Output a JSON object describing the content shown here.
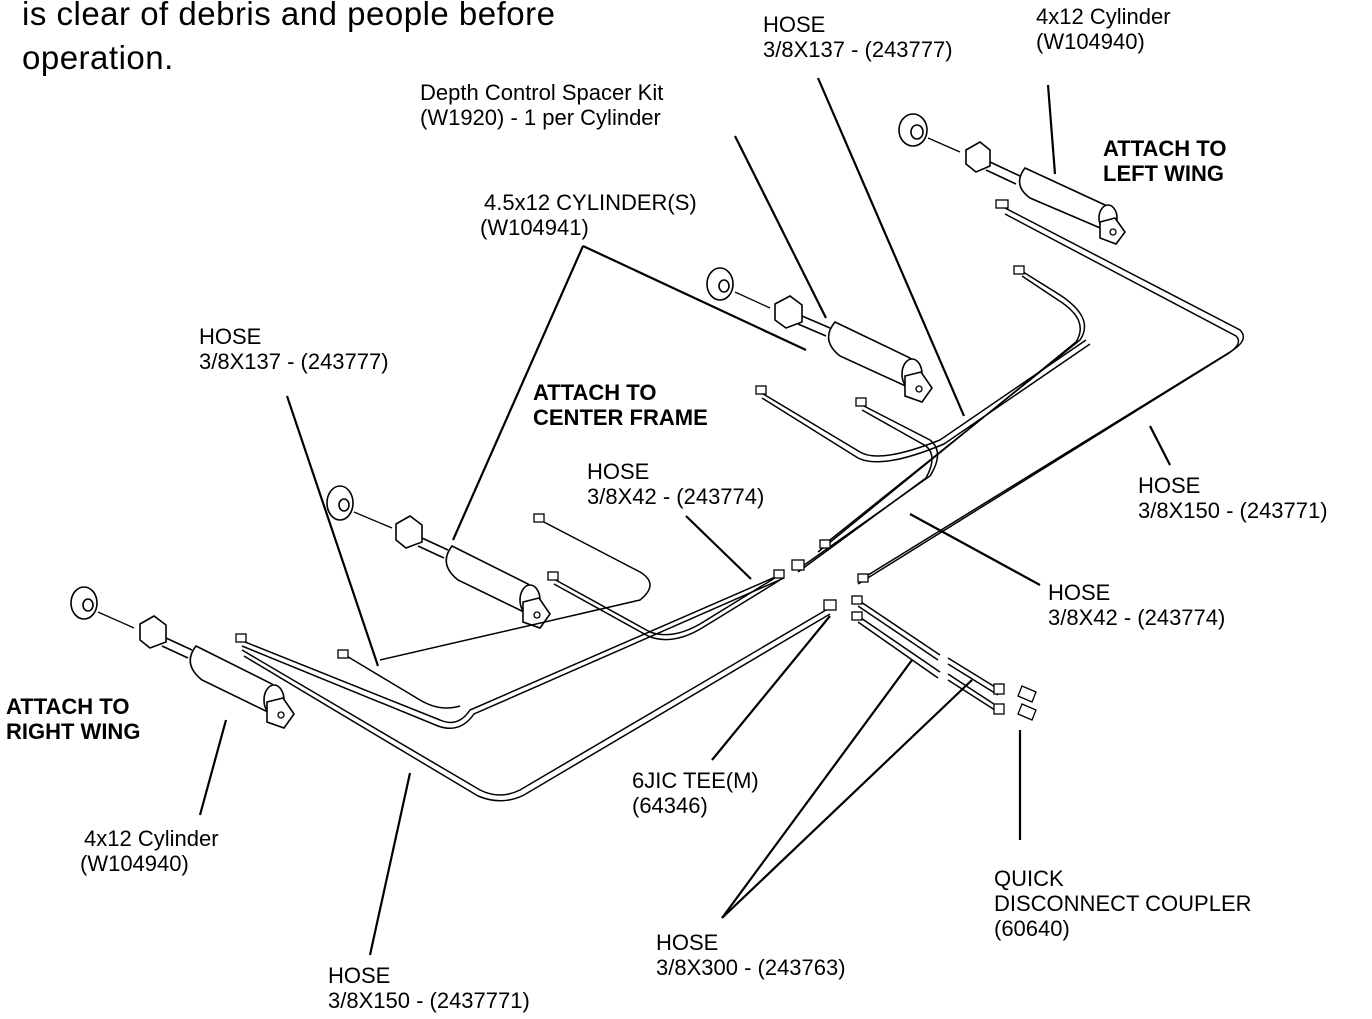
{
  "intro_text": {
    "line1": "is clear of debris and people before",
    "line2": "operation."
  },
  "labels": {
    "hose_top": {
      "line1": "HOSE",
      "line2": "3/8X137 - (243777)"
    },
    "cyl_top": {
      "line1": "4x12 Cylinder",
      "line2": "(W104940)"
    },
    "spacer_kit": {
      "line1": "Depth Control Spacer Kit",
      "line2": "(W1920) - 1 per  Cylinder"
    },
    "attach_left": {
      "line1": "ATTACH TO",
      "line2": "LEFT WING"
    },
    "cyl_center": {
      "line1": "4.5x12 CYLINDER(S)",
      "line2": "(W104941)"
    },
    "hose_left": {
      "line1": "HOSE",
      "line2": "3/8X137 - (243777)"
    },
    "attach_center": {
      "line1": "ATTACH TO",
      "line2": "CENTER  FRAME"
    },
    "hose_42a": {
      "line1": "HOSE",
      "line2": "3/8X42 - (243774)"
    },
    "hose_150_right": {
      "line1": "HOSE",
      "line2": "3/8X150 - (243771)"
    },
    "hose_42b": {
      "line1": "HOSE",
      "line2": "3/8X42 - (243774)"
    },
    "attach_right": {
      "line1": "ATTACH TO",
      "line2": "RIGHT WING"
    },
    "cyl_bottom": {
      "line1": "4x12 Cylinder",
      "line2": "(W104940)"
    },
    "tee": {
      "line1": "6JIC TEE(M)",
      "line2": "(64346)"
    },
    "coupler": {
      "line1": "QUICK",
      "line2": "DISCONNECT COUPLER",
      "line3": "(60640)"
    },
    "hose_300": {
      "line1": "HOSE",
      "line2": "3/8X300 - (243763)"
    },
    "hose_150_bottom": {
      "line1": "HOSE",
      "line2": "3/8X150 - (2437771)"
    }
  }
}
